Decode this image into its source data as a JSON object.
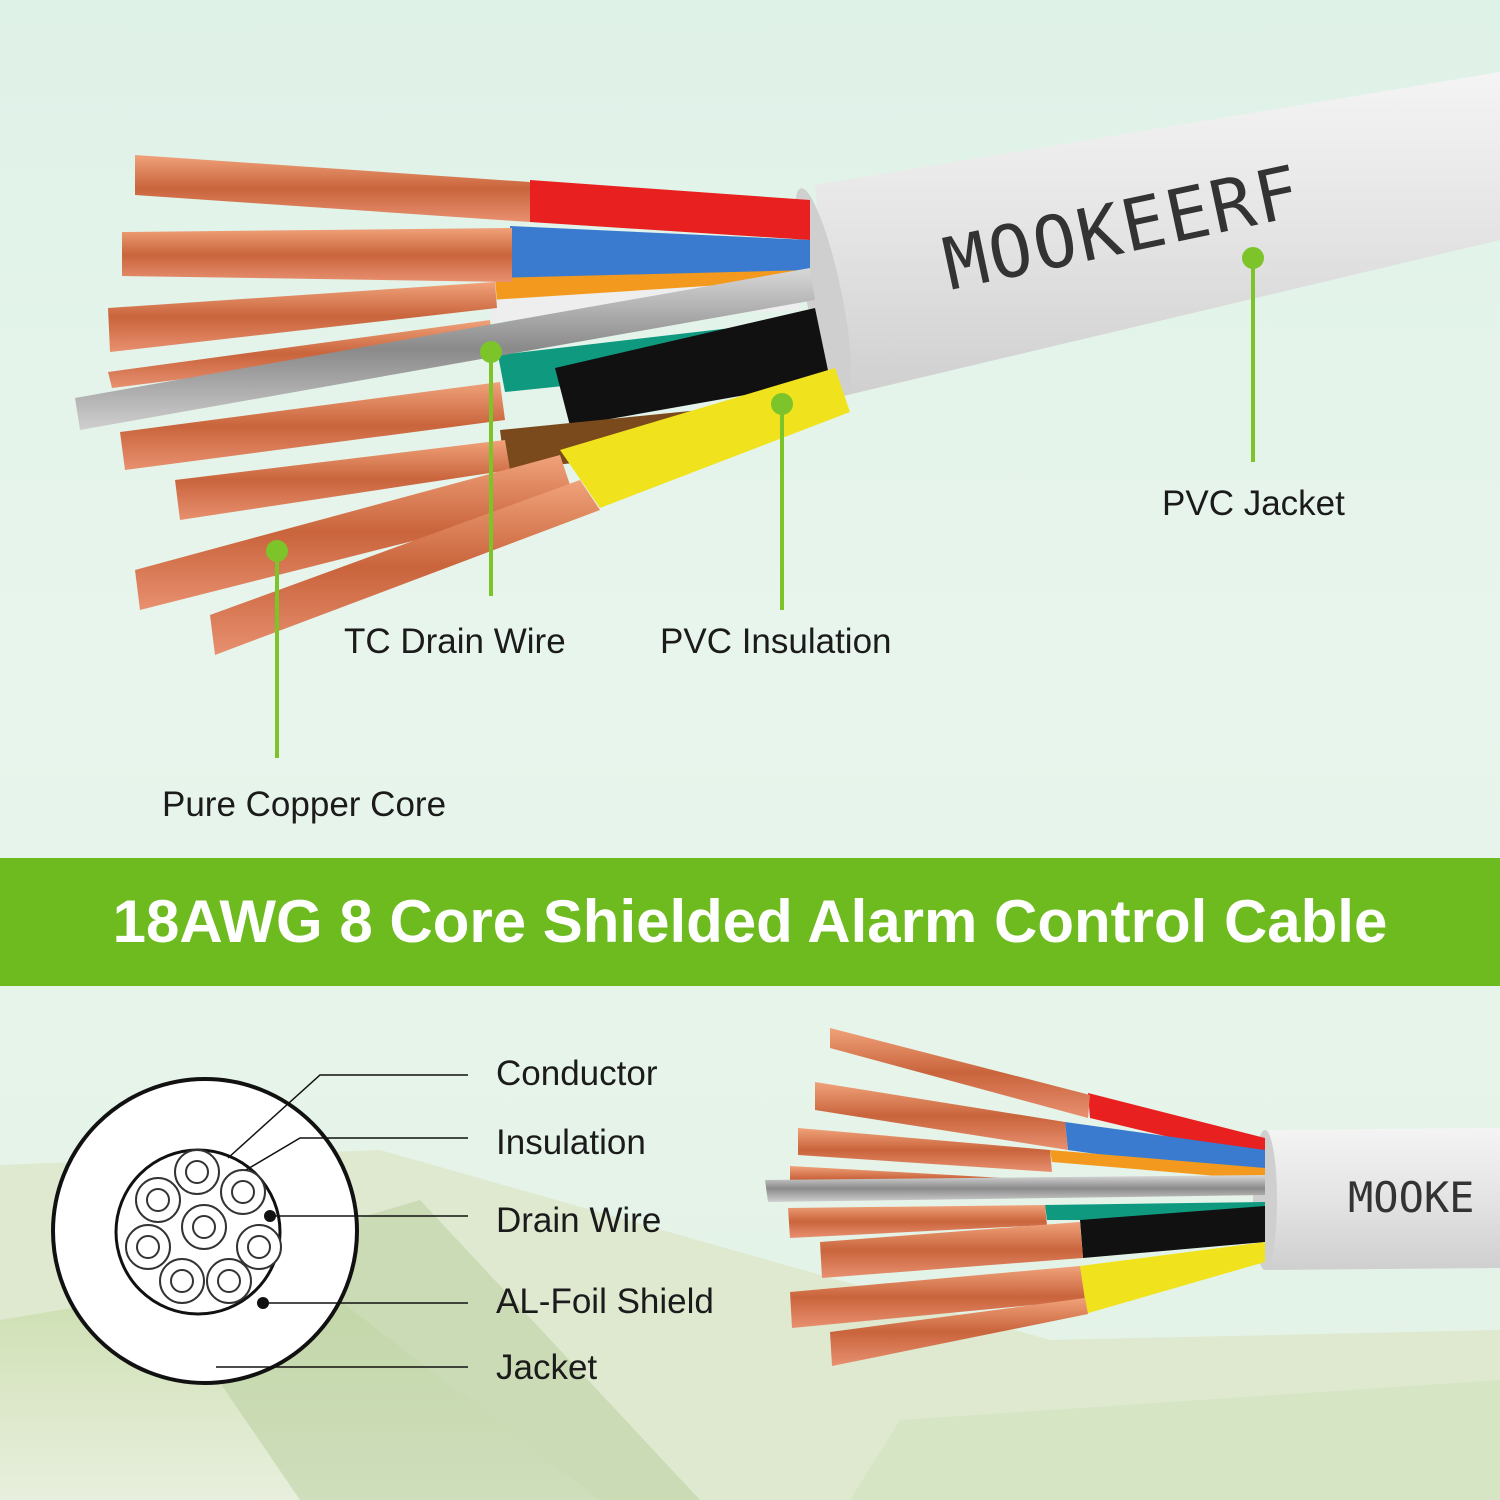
{
  "brand": {
    "name": "MOOKEERF",
    "name_cropped": "MOOKE"
  },
  "callouts_top": {
    "pvc_jacket": "PVC Jacket",
    "tc_drain_wire": "TC Drain Wire",
    "pvc_insulation": "PVC Insulation",
    "pure_copper_core": "Pure Copper Core"
  },
  "banner": {
    "title": "18AWG 8 Core Shielded Alarm Control Cable"
  },
  "cross_section_legend": {
    "items": [
      "Conductor",
      "Insulation",
      "Drain Wire",
      "AL-Foil Shield",
      "Jacket"
    ]
  },
  "colors": {
    "banner_green": "#6dbb1f",
    "callout_green": "#7cc42a",
    "copper": "#d9805a",
    "jacket_grey": "#e6e6e6",
    "wire_red": "#e8201f",
    "wire_blue": "#3a7bd0",
    "wire_black": "#111111",
    "wire_yellow": "#f0e31e",
    "wire_green": "#0f9a80",
    "wire_orange": "#f39a1e"
  }
}
